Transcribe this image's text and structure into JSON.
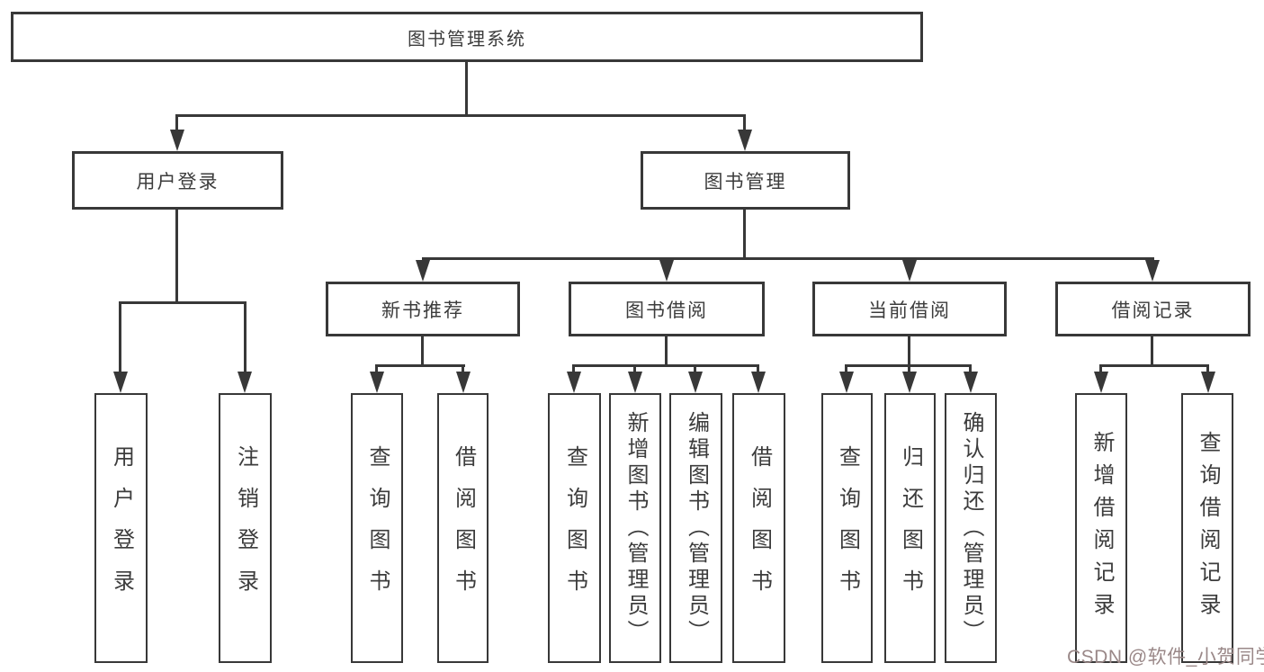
{
  "colors": {
    "line": "#383838",
    "text": "#3c3c3c",
    "box_background": "#ffffff",
    "page_background": "#ffffff",
    "watermark": "#9a8888"
  },
  "root": {
    "label": "图书管理系统"
  },
  "level2": {
    "user_login": {
      "label": "用户登录"
    },
    "book_mgmt": {
      "label": "图书管理"
    }
  },
  "level3": {
    "new_book": {
      "label": "新书推荐"
    },
    "book_borrow": {
      "label": "图书借阅"
    },
    "current_borrow": {
      "label": "当前借阅"
    },
    "borrow_records": {
      "label": "借阅记录"
    }
  },
  "leaves": {
    "user_login": {
      "label": "用户登录"
    },
    "logout": {
      "label": "注销登录"
    },
    "newbook_query": {
      "label": "查询图书"
    },
    "newbook_borrow": {
      "label": "借阅图书"
    },
    "borrow_query": {
      "label": "查询图书"
    },
    "borrow_add": {
      "label": "新增图书（管理员）"
    },
    "borrow_edit": {
      "label": "编辑图书（管理员）"
    },
    "borrow_borrow": {
      "label": "借阅图书"
    },
    "current_query": {
      "label": "查询图书"
    },
    "current_return": {
      "label": "归还图书"
    },
    "current_confirm": {
      "label": "确认归还（管理员）"
    },
    "records_add": {
      "label": "新增借阅记录"
    },
    "records_query": {
      "label": "查询借阅记录"
    }
  },
  "hierarchy": {
    "图书管理系统": {
      "用户登录": [
        "用户登录",
        "注销登录"
      ],
      "图书管理": {
        "新书推荐": [
          "查询图书",
          "借阅图书"
        ],
        "图书借阅": [
          "查询图书",
          "新增图书（管理员）",
          "编辑图书（管理员）",
          "借阅图书"
        ],
        "当前借阅": [
          "查询图书",
          "归还图书",
          "确认归还（管理员）"
        ],
        "借阅记录": [
          "新增借阅记录",
          "查询借阅记录"
        ]
      }
    }
  },
  "watermark": {
    "text": "CSDN @软件_小贺同学"
  }
}
